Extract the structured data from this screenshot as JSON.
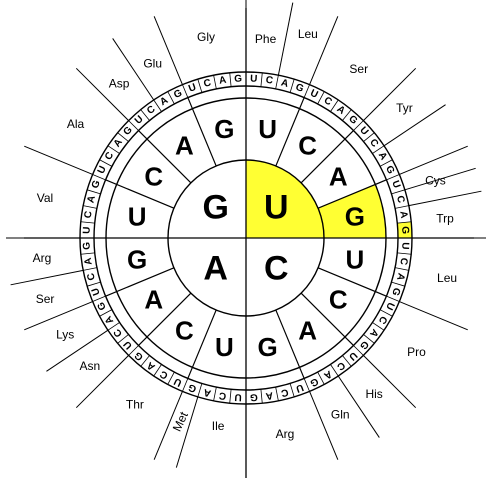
{
  "colors": {
    "highlight": "#ffff33",
    "line": "#000000",
    "background": "#ffffff"
  },
  "inner_ring": [
    "U",
    "C",
    "A",
    "G"
  ],
  "middle_ring": {
    "U": [
      "U",
      "C",
      "A",
      "G"
    ],
    "C": [
      "U",
      "C",
      "A",
      "G"
    ],
    "A": [
      "U",
      "C",
      "A",
      "G"
    ],
    "G": [
      "U",
      "C",
      "A",
      "G"
    ]
  },
  "outer_ring_order": [
    "U",
    "C",
    "A",
    "G"
  ],
  "highlight_codon": "UGG",
  "amino_acids": [
    {
      "codon_prefix": "UU",
      "labels": [
        "Phe",
        "Leu"
      ]
    },
    {
      "codon_prefix": "UC",
      "labels": [
        "Ser"
      ]
    },
    {
      "codon_prefix": "UA",
      "labels": [
        "Tyr"
      ]
    },
    {
      "codon_prefix": "UG",
      "labels": [
        "Cys",
        "Trp"
      ]
    },
    {
      "codon_prefix": "CU",
      "labels": [
        "Leu"
      ]
    },
    {
      "codon_prefix": "CC",
      "labels": [
        "Pro"
      ]
    },
    {
      "codon_prefix": "CA",
      "labels": [
        "His",
        "Gln"
      ]
    },
    {
      "codon_prefix": "CG",
      "labels": [
        "Arg"
      ]
    },
    {
      "codon_prefix": "AU",
      "labels": [
        "Ile",
        "Met"
      ]
    },
    {
      "codon_prefix": "AC",
      "labels": [
        "Thr"
      ]
    },
    {
      "codon_prefix": "AA",
      "labels": [
        "Asn",
        "Lys"
      ]
    },
    {
      "codon_prefix": "AG",
      "labels": [
        "Ser",
        "Arg"
      ]
    },
    {
      "codon_prefix": "GU",
      "labels": [
        "Val"
      ]
    },
    {
      "codon_prefix": "GC",
      "labels": [
        "Ala"
      ]
    },
    {
      "codon_prefix": "GA",
      "labels": [
        "Asp",
        "Glu"
      ]
    },
    {
      "codon_prefix": "GG",
      "labels": [
        "Gly"
      ]
    }
  ]
}
